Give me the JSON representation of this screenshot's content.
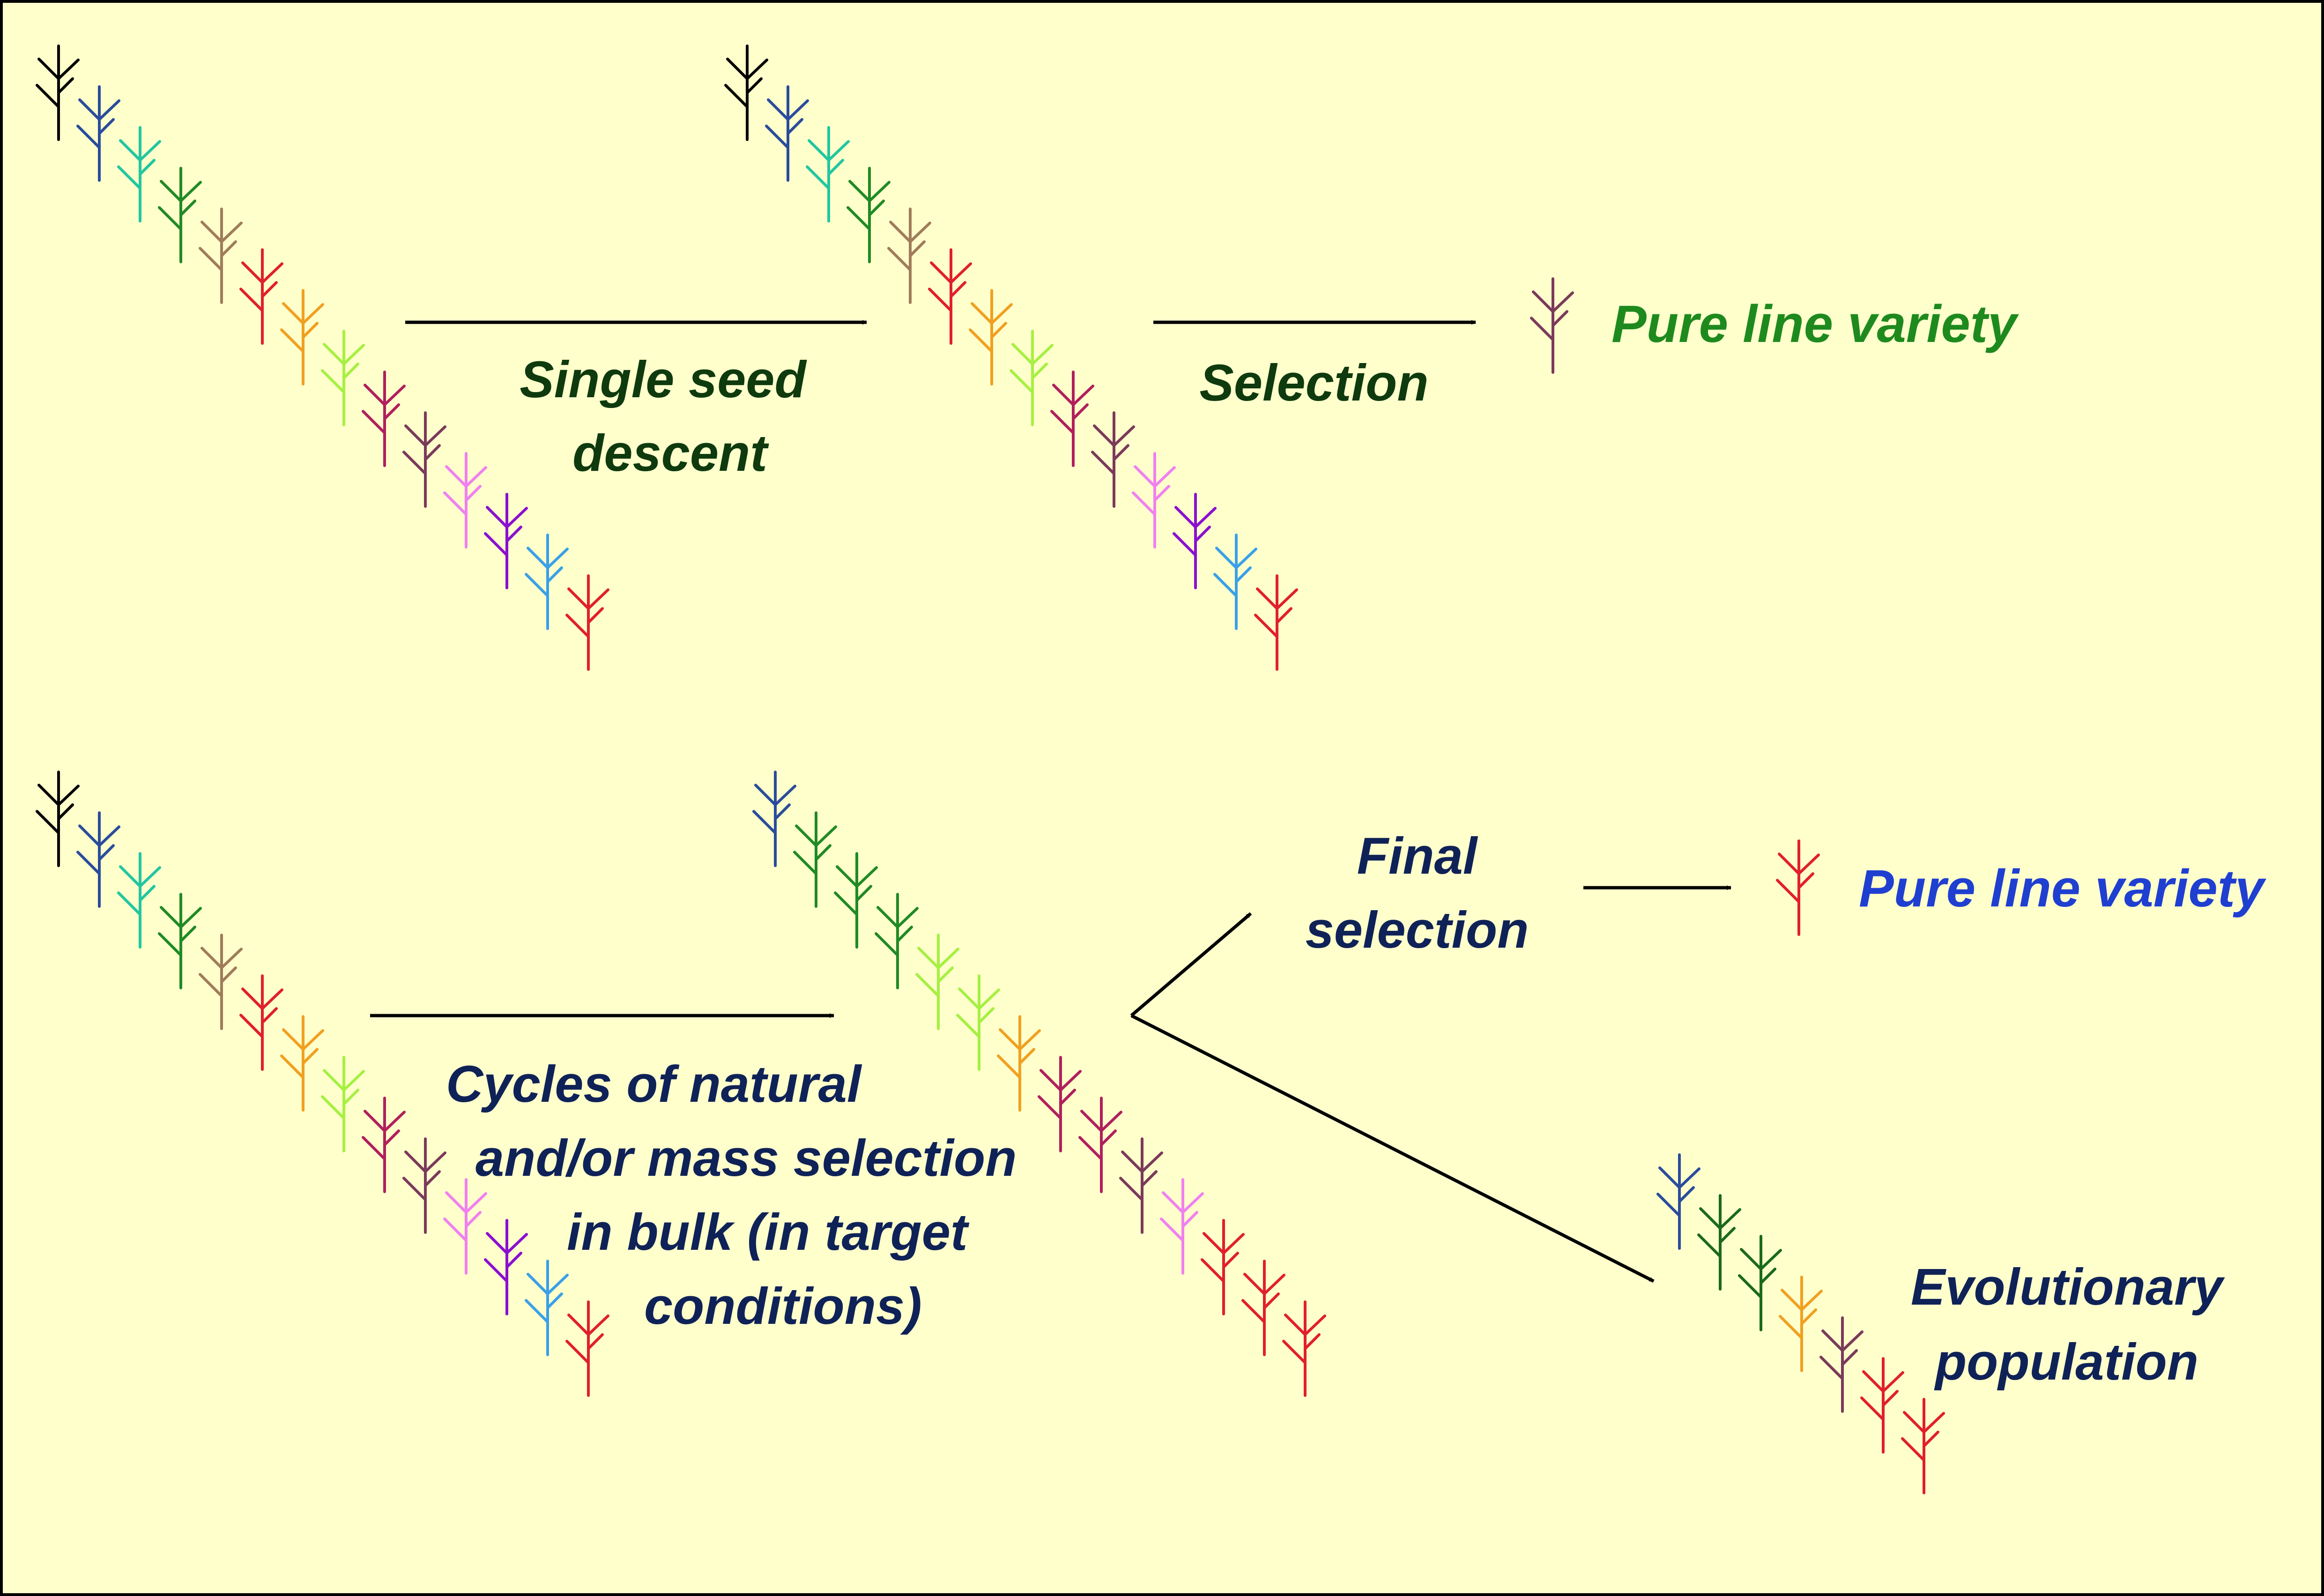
{
  "colors": {
    "background": "#FFFFCC",
    "arrow": "#000000",
    "label_dark_green": "#0E3A0E",
    "label_green": "#1E8A1E",
    "label_navy": "#0F2257",
    "label_blue": "#1F3FD1"
  },
  "icon": "plant-icon",
  "palette": {
    "black": "#000000",
    "navy": "#2A4C9C",
    "teal": "#22C6A0",
    "green": "#208A25",
    "brown": "#A07C5A",
    "red": "#E0202A",
    "orange": "#F0A020",
    "lime": "#A6F042",
    "magenta": "#B0205C",
    "plum": "#7A3A5A",
    "pink": "#F080F0",
    "purple": "#8A10D0",
    "sky": "#3AA0E8",
    "darkgreen": "#1A6A1A"
  },
  "top_row": {
    "source_population": [
      "black",
      "navy",
      "teal",
      "green",
      "brown",
      "red",
      "orange",
      "lime",
      "magenta",
      "plum",
      "pink",
      "purple",
      "sky",
      "red"
    ],
    "after_ssd": [
      "black",
      "navy",
      "teal",
      "green",
      "brown",
      "red",
      "orange",
      "lime",
      "magenta",
      "plum",
      "pink",
      "purple",
      "sky",
      "red"
    ],
    "ssd_label": [
      "Single seed",
      "descent"
    ],
    "selection_label": "Selection",
    "selected_plant": "plum",
    "result_label": "Pure line variety"
  },
  "bottom_row": {
    "source_population": [
      "black",
      "navy",
      "teal",
      "green",
      "brown",
      "red",
      "orange",
      "lime",
      "magenta",
      "plum",
      "pink",
      "purple",
      "sky",
      "red"
    ],
    "after_bulk": [
      "navy",
      "green",
      "green",
      "green",
      "lime",
      "lime",
      "orange",
      "magenta",
      "magenta",
      "plum",
      "pink",
      "red",
      "red",
      "red"
    ],
    "bulk_label": [
      "Cycles of natural",
      "and/or mass selection",
      "in bulk (in target",
      "conditions)"
    ],
    "final_selection_label": [
      "Final",
      "selection"
    ],
    "selected_plant": "red",
    "result_label": "Pure line variety",
    "evolutionary_population": [
      "navy",
      "darkgreen",
      "darkgreen",
      "orange",
      "plum",
      "red",
      "red"
    ],
    "evolutionary_label": [
      "Evolutionary",
      "population"
    ]
  }
}
